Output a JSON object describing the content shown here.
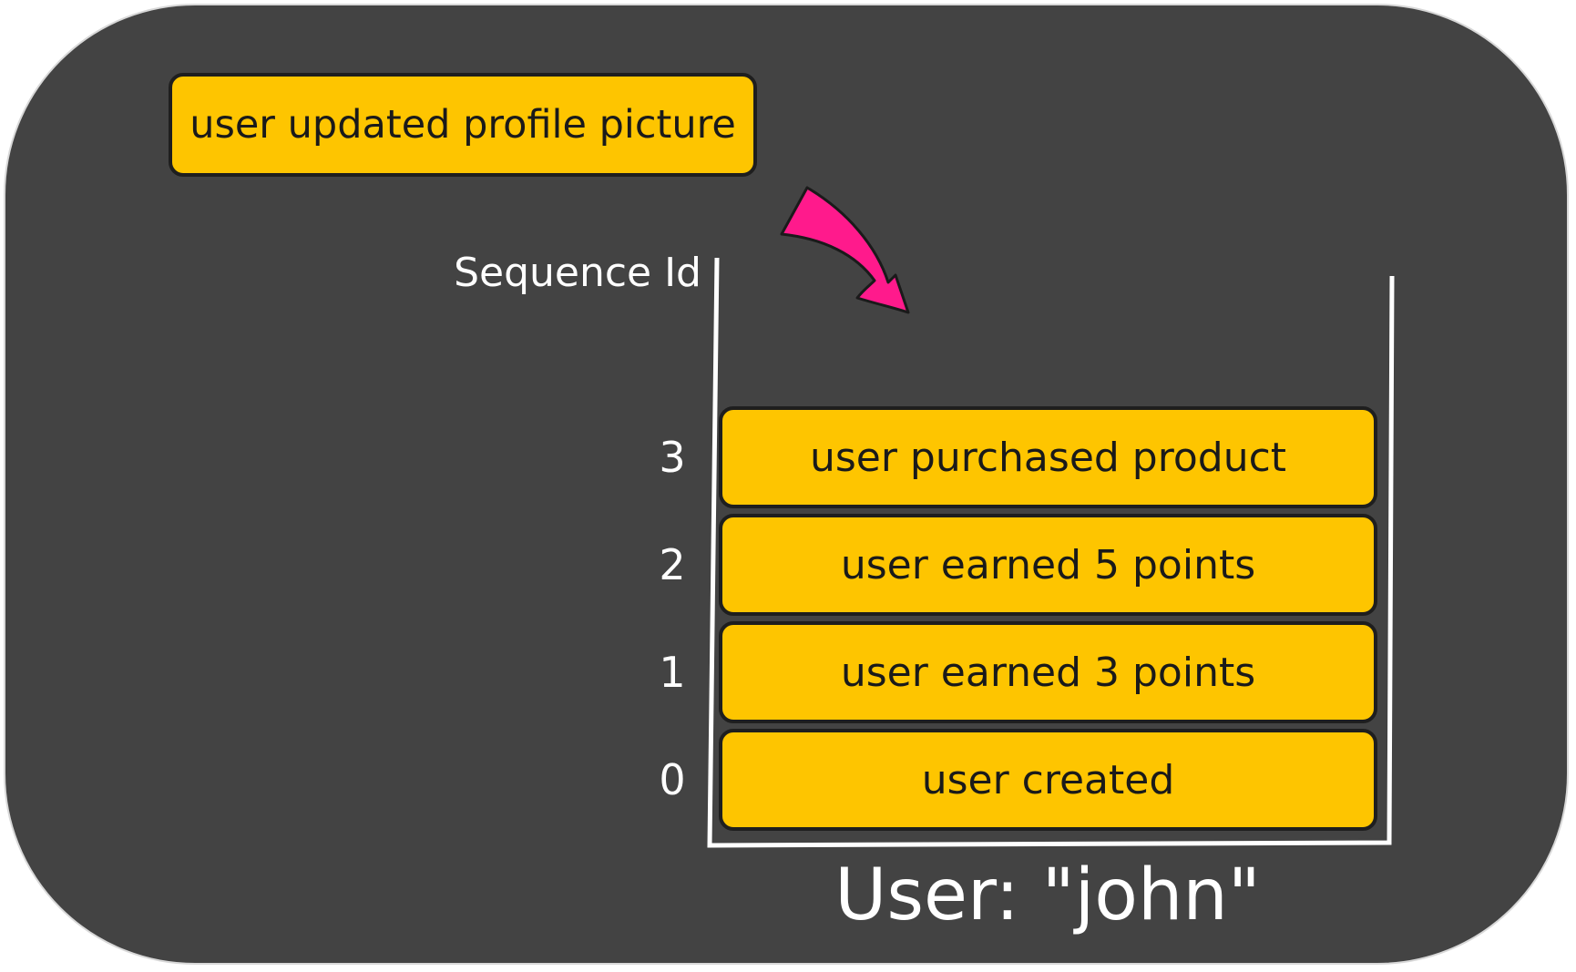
{
  "incoming_event": {
    "label": "user updated profile picture"
  },
  "axis": {
    "label": "Sequence Id"
  },
  "stream": {
    "caption": "User: \"john\"",
    "events": [
      {
        "sequence_id": "0",
        "label": "user created"
      },
      {
        "sequence_id": "1",
        "label": "user earned 3 points"
      },
      {
        "sequence_id": "2",
        "label": "user earned 5 points"
      },
      {
        "sequence_id": "3",
        "label": "user purchased product"
      }
    ]
  },
  "colors": {
    "background": "#434343",
    "event_fill": "#FEC500",
    "event_border": "#1e1e1e",
    "arrow": "#FF1A8C",
    "lines": "#ffffff"
  },
  "icons": {
    "arrow": "curved-arrow-icon"
  }
}
